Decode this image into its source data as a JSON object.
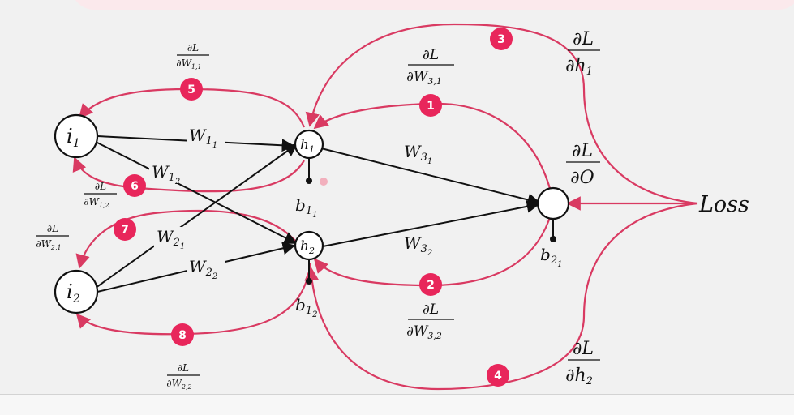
{
  "diagram": {
    "nodes": {
      "i1": {
        "base": "i",
        "sub": "1"
      },
      "i2": {
        "base": "i",
        "sub": "2"
      },
      "h1": {
        "base": "h",
        "sub": "1"
      },
      "h2": {
        "base": "h",
        "sub": "2"
      },
      "output": {
        "base": "",
        "sub": ""
      },
      "loss": {
        "base": "Loss",
        "sub": ""
      }
    },
    "weights": {
      "w11": {
        "base": "W",
        "sub": "1",
        "subsub": "1"
      },
      "w12": {
        "base": "W",
        "sub": "1",
        "subsub": "2"
      },
      "w21": {
        "base": "W",
        "sub": "2",
        "subsub": "1"
      },
      "w22": {
        "base": "W",
        "sub": "2",
        "subsub": "2"
      },
      "w31": {
        "base": "W",
        "sub": "3",
        "subsub": "1"
      },
      "w32": {
        "base": "W",
        "sub": "3",
        "subsub": "2"
      }
    },
    "biases": {
      "b11": {
        "base": "b",
        "sub": "1",
        "subsub": "1"
      },
      "b12": {
        "base": "b",
        "sub": "1",
        "subsub": "2"
      },
      "b21": {
        "base": "b",
        "sub": "2",
        "subsub": "1"
      }
    },
    "gradients": {
      "dL_dh1": {
        "num": "∂L",
        "den": "∂h",
        "sub": "1"
      },
      "dL_dh2": {
        "num": "∂L",
        "den": "∂h",
        "sub": "2"
      },
      "dL_dO": {
        "num": "∂L",
        "den": "∂O",
        "sub": ""
      },
      "dL_dW31": {
        "num": "∂L",
        "den": "∂W",
        "sub": "3,1"
      },
      "dL_dW32": {
        "num": "∂L",
        "den": "∂W",
        "sub": "3,2"
      },
      "dL_dW11": {
        "num": "∂L",
        "den": "∂W",
        "sub": "1,1"
      },
      "dL_dW12": {
        "num": "∂L",
        "den": "∂W",
        "sub": "1,2"
      },
      "dL_dW21": {
        "num": "∂L",
        "den": "∂W",
        "sub": "2,1"
      },
      "dL_dW22": {
        "num": "∂L",
        "den": "∂W",
        "sub": "2,2"
      }
    },
    "steps": [
      "1",
      "2",
      "3",
      "4",
      "5",
      "6",
      "7",
      "8"
    ],
    "colors": {
      "backprop": "#d93a62",
      "badge": "#e8265b",
      "forward": "#111111"
    }
  }
}
